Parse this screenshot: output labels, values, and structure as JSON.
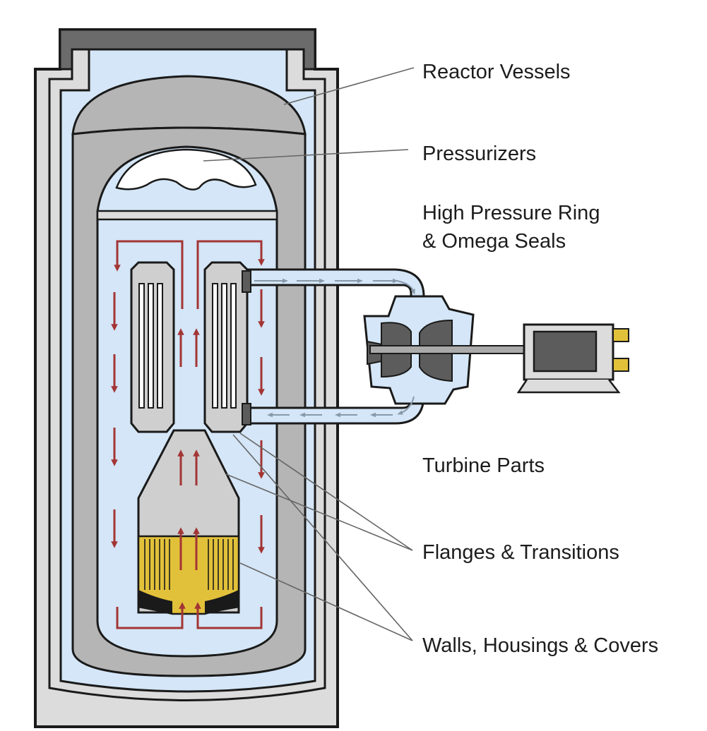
{
  "labels": {
    "reactor_vessels": "Reactor Vessels",
    "pressurizers": "Pressurizers",
    "high_pressure_line1": "High Pressure Ring",
    "high_pressure_line2": "& Omega Seals",
    "turbine_parts": "Turbine Parts",
    "flanges_transitions": "Flanges & Transitions",
    "walls_housings_covers": "Walls, Housings & Covers"
  },
  "colors": {
    "outer_shell": "#dcdcdc",
    "outer_cap": "#6b6b6b",
    "coolant": "#d4e6f7",
    "inner_vessel": "#b5b5b5",
    "steam_dome": "#ffffff",
    "flow_arrow": "#a33535",
    "steam_arrow": "#8899aa",
    "fuel": "#e2c13a",
    "component_gray": "#cfcfcf",
    "dark_part": "#5c5c5c",
    "outline": "#1a1a1a",
    "leader_line": "#666666"
  }
}
